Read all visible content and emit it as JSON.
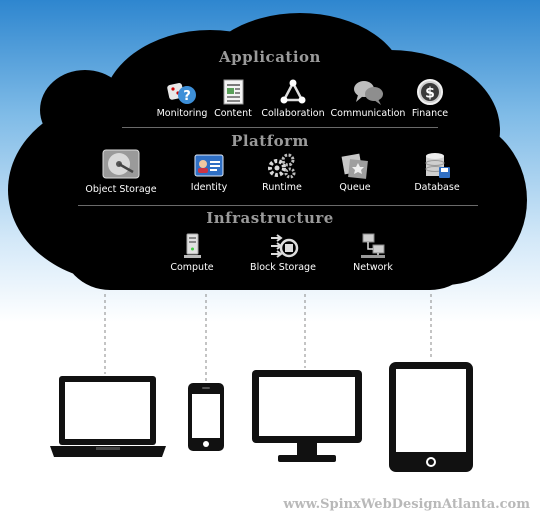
{
  "sections": {
    "application": {
      "title": "Application",
      "items": [
        {
          "label": "Monitoring",
          "icon": "monitoring-icon"
        },
        {
          "label": "Content",
          "icon": "content-icon"
        },
        {
          "label": "Collaboration",
          "icon": "collaboration-icon"
        },
        {
          "label": "Communication",
          "icon": "communication-icon"
        },
        {
          "label": "Finance",
          "icon": "finance-icon"
        }
      ]
    },
    "platform": {
      "title": "Platform",
      "items": [
        {
          "label": "Object Storage",
          "icon": "object-storage-icon"
        },
        {
          "label": "Identity",
          "icon": "identity-icon"
        },
        {
          "label": "Runtime",
          "icon": "runtime-icon"
        },
        {
          "label": "Queue",
          "icon": "queue-icon"
        },
        {
          "label": "Database",
          "icon": "database-icon"
        }
      ]
    },
    "infrastructure": {
      "title": "Infrastructure",
      "items": [
        {
          "label": "Compute",
          "icon": "compute-icon"
        },
        {
          "label": "Block Storage",
          "icon": "block-storage-icon"
        },
        {
          "label": "Network",
          "icon": "network-icon"
        }
      ]
    }
  },
  "devices": [
    {
      "name": "laptop",
      "icon": "laptop-icon"
    },
    {
      "name": "phone",
      "icon": "phone-icon"
    },
    {
      "name": "monitor",
      "icon": "monitor-icon"
    },
    {
      "name": "tablet",
      "icon": "tablet-icon"
    }
  ],
  "watermark": "www.SpinxWebDesignAtlanta.com",
  "colors": {
    "cloud": "#000000",
    "sky_top": "#2e86cf",
    "title_gray": "#9a9a9a",
    "label": "#ffffff"
  }
}
